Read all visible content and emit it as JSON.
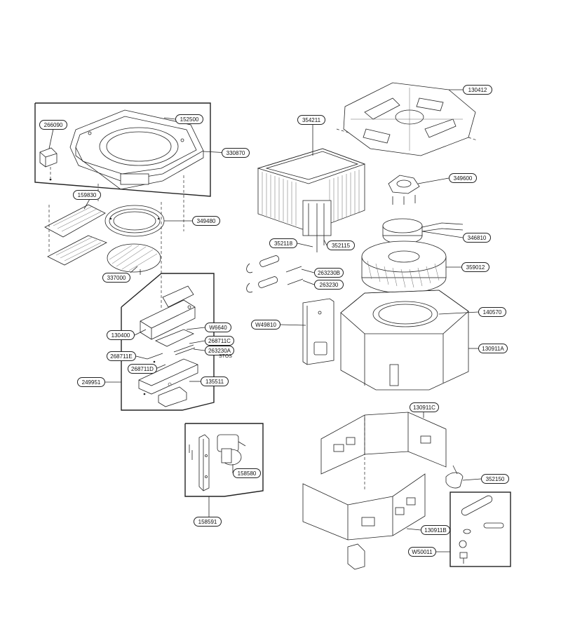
{
  "labels": {
    "p130412": "130412",
    "p354211": "354211",
    "p152500": "152500",
    "p266090": "266090",
    "p330870": "330870",
    "p349600": "349600",
    "p159830": "159830",
    "p349480": "349480",
    "p346810": "346810",
    "p352118": "352118",
    "p352115": "352115",
    "p359012": "359012",
    "p263230B": "263230B",
    "p337000": "337000",
    "p263230": "263230",
    "p140570": "140570",
    "p130400": "130400",
    "pW6640": "W6640",
    "pW49810": "W49810",
    "p268711C": "268711C",
    "p263230A": "263230A",
    "p130911A": "130911A",
    "p268711E": "268711E",
    "p268711D": "268711D",
    "pSTOS": "STOS",
    "p249951": "249951",
    "p135511": "135511",
    "p130911C": "130911C",
    "p158580": "158580",
    "p352150": "352150",
    "p158591": "158591",
    "p130911B": "130911B",
    "pW50011": "W50011"
  }
}
